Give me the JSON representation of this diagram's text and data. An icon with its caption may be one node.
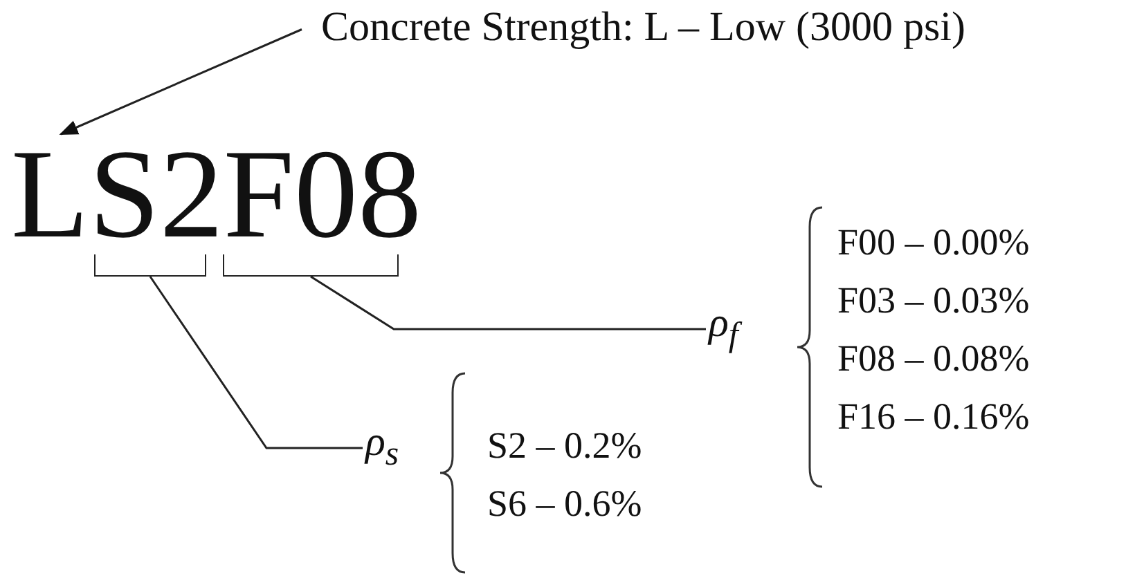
{
  "diagram": {
    "nodes": [
      {
        "text": [
          "Concrete Strength: L – Low (3000 psi)"
        ]
      },
      {
        "text": [
          "LS2F08"
        ]
      },
      {
        "text": [],
        "shape": "bracket"
      },
      {
        "text": [],
        "shape": "bracket"
      },
      {
        "text": [
          "ρ$_{f}$"
        ],
        "beside": [
          "F00 – 0.00%",
          "F03 – 0.03%",
          "F08 – 0.08%",
          "F16 – 0.16%"
        ]
      },
      {
        "text": [
          "ρ$_{s}$"
        ],
        "beside": [
          "S2 – 0.2%",
          "S6 – 0.6%"
        ]
      }
    ],
    "edges": [
      {
        "from": 0,
        "to": 1,
        "arrow": "to"
      },
      {
        "from": 2,
        "to": 5,
        "arrow": "none"
      },
      {
        "from": 3,
        "to": 4,
        "arrow": "none"
      }
    ]
  }
}
